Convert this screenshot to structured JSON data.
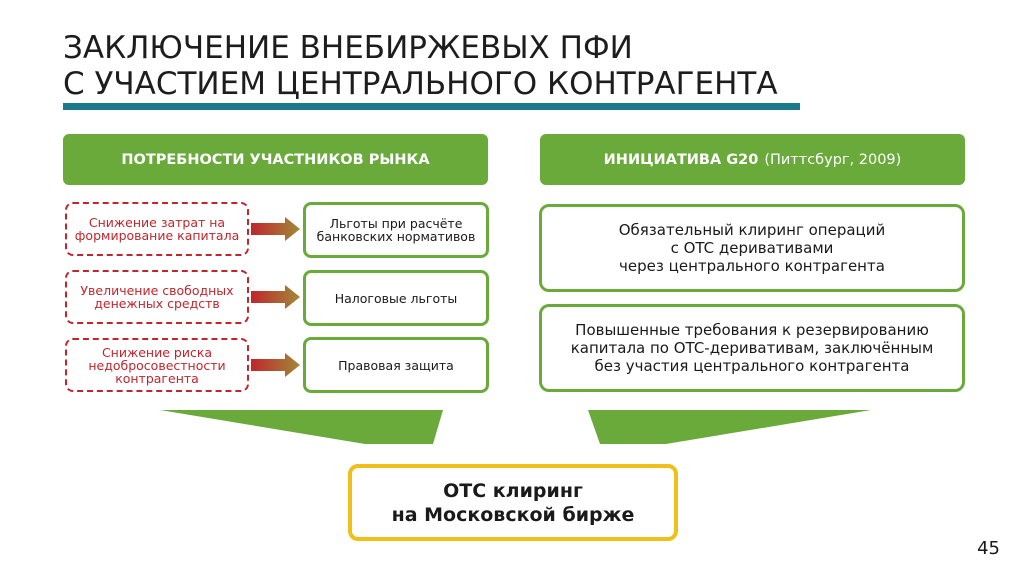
{
  "title": {
    "line1": "ЗАКЛЮЧЕНИЕ ВНЕБИРЖЕВЫХ ПФИ",
    "line2": "С УЧАСТИЕМ ЦЕНТРАЛЬНОГО КОНТРАГЕНТА"
  },
  "left_header": "ПОТРЕБНОСТИ УЧАСТНИКОВ РЫНКА",
  "right_header": {
    "main": "ИНИЦИАТИВА G20",
    "sub": "(Питтсбург, 2009)"
  },
  "needs": [
    "Снижение затрат на формирование капитала",
    "Увеличение свободных денежных средств",
    "Снижение риска недобросовестности контрагента"
  ],
  "benefits": [
    "Льготы при расчёте банковских нормативов",
    "Налоговые льготы",
    "Правовая защита"
  ],
  "g20_items": [
    {
      "lines": [
        "Обязательный клиринг операций",
        "с OTC деривативами",
        "через центрального контрагента"
      ]
    },
    {
      "lines": [
        "Повышенные требования к резервированию",
        "капитала по OTC-деривативам, заключённым",
        "без участия центрального контрагента"
      ]
    }
  ],
  "result": {
    "line1": "OTC клиринг",
    "line2": "на Московской бирже"
  },
  "page_number": "45",
  "colors": {
    "green": "#6aaa3b",
    "red": "#c0262d",
    "teal": "#1a7a8c",
    "yellow": "#f1bf1a"
  }
}
